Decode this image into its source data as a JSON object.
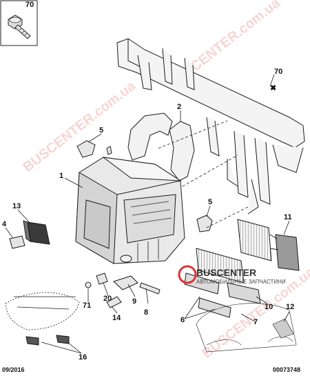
{
  "callouts": {
    "c70a": "70",
    "c70b": "70",
    "c2": "2",
    "c5a": "5",
    "c5b": "5",
    "c1": "1",
    "c13": "13",
    "c4": "4",
    "c11": "11",
    "c71": "71",
    "c20": "20",
    "c9": "9",
    "c14": "14",
    "c8": "8",
    "c10": "10",
    "c6": "6",
    "c7": "7",
    "c12": "12",
    "c16": "16"
  },
  "footer": {
    "date": "09/2016",
    "ref": "00073748"
  },
  "watermark": {
    "site": "BUSCENTER.com.ua",
    "logo": "BUSCENTER",
    "tagline": "АВТОМОБИЛЬНЫЕ ЗАПЧАСТИНИ"
  },
  "colors": {
    "line": "#1a1a1a",
    "part_fill": "#f2f2f2",
    "part_shade": "#cfcfcf",
    "watermark": "#e56a6a"
  }
}
